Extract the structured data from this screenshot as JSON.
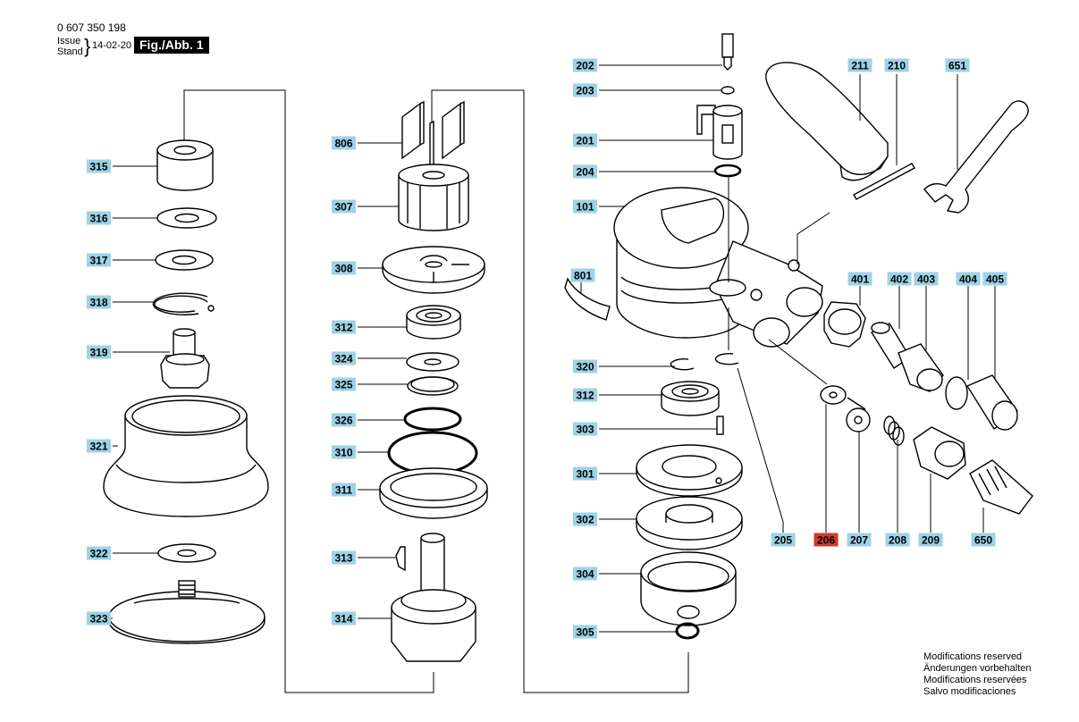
{
  "header": {
    "doc_number": "0 607 350 198",
    "issue_label_1": "Issue",
    "issue_label_2": "Stand",
    "issue_date": "14-02-20",
    "figure_label": "Fig./Abb. 1"
  },
  "colors": {
    "label_bg": "#9ed2e6",
    "highlight_bg": "#d23a2a",
    "line": "#000000"
  },
  "part_labels": [
    {
      "id": "202"
    },
    {
      "id": "203"
    },
    {
      "id": "201"
    },
    {
      "id": "204"
    },
    {
      "id": "101"
    },
    {
      "id": "211"
    },
    {
      "id": "210"
    },
    {
      "id": "651"
    },
    {
      "id": "801"
    },
    {
      "id": "401"
    },
    {
      "id": "402"
    },
    {
      "id": "403"
    },
    {
      "id": "404"
    },
    {
      "id": "405"
    },
    {
      "id": "320"
    },
    {
      "id": "312"
    },
    {
      "id": "303"
    },
    {
      "id": "301"
    },
    {
      "id": "302"
    },
    {
      "id": "304"
    },
    {
      "id": "305"
    },
    {
      "id": "205"
    },
    {
      "id": "206",
      "highlight": true
    },
    {
      "id": "207"
    },
    {
      "id": "208"
    },
    {
      "id": "209"
    },
    {
      "id": "650"
    },
    {
      "id": "806"
    },
    {
      "id": "307"
    },
    {
      "id": "308"
    },
    {
      "id": "312"
    },
    {
      "id": "324"
    },
    {
      "id": "325"
    },
    {
      "id": "326"
    },
    {
      "id": "310"
    },
    {
      "id": "311"
    },
    {
      "id": "313"
    },
    {
      "id": "314"
    },
    {
      "id": "315"
    },
    {
      "id": "316"
    },
    {
      "id": "317"
    },
    {
      "id": "318"
    },
    {
      "id": "319"
    },
    {
      "id": "321"
    },
    {
      "id": "322"
    },
    {
      "id": "323"
    }
  ],
  "notes": [
    "Modifications reserved",
    "Änderungen vorbehalten",
    "Modifications reservées",
    "Salvo modificaciones"
  ]
}
